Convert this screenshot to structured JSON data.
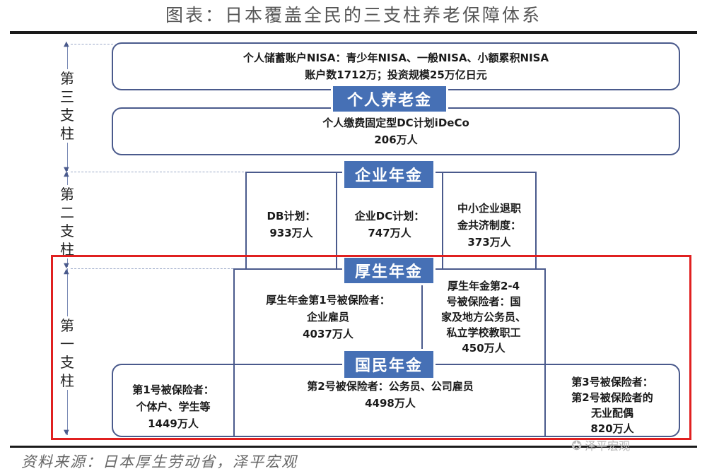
{
  "title": "图表：日本覆盖全民的三支柱养老保障体系",
  "source": "资料来源：日本厚生劳动省，泽平宏观",
  "watermark": "泽平宏观",
  "pillars": {
    "third": "第三支柱",
    "second": "第二支柱",
    "first": "第一支柱"
  },
  "third_pillar": {
    "nisa_line1": "个人储蓄账户NISA：青少年NISA、一般NISA、小额累积NISA",
    "nisa_line2": "账户数1712万；投资规模25万亿日元",
    "label": "个人养老金",
    "ideco_line1": "个人缴费固定型DC计划iDeCo",
    "ideco_line2": "206万人"
  },
  "second_pillar": {
    "label": "企业年金",
    "db": {
      "line1": "DB计划：",
      "line2": "933万人"
    },
    "dc": {
      "line1": "企业DC计划：",
      "line2": "747万人"
    },
    "sme": {
      "line1": "中小企业退职",
      "line2": "金共济制度：",
      "line3": "373万人"
    }
  },
  "first_pillar": {
    "kosei_label": "厚生年金",
    "kosei_1": {
      "line1": "厚生年金第1号被保险者：",
      "line2": "企业雇员",
      "line3": "4037万人"
    },
    "kosei_2_4": {
      "line1": "厚生年金第2-4",
      "line2": "号被保险者：国",
      "line3": "家及地方公务员、",
      "line4": "私立学校教职工",
      "line5": "450万人"
    },
    "kokumin_label": "国民年金",
    "insured_1": {
      "line1": "第1号被保险者：",
      "line2": "个体户、学生等",
      "line3": "1449万人"
    },
    "insured_2": {
      "line1": "第2号被保险者：公务员、公司雇员",
      "line2": "4498万人"
    },
    "insured_3": {
      "line1": "第3号被保险者：",
      "line2": "第2号被保险者的",
      "line3": "无业配偶",
      "line4": "820万人"
    }
  },
  "colors": {
    "label_bg": "#4670b5",
    "border": "#4a5a8c",
    "highlight": "#e02020"
  }
}
